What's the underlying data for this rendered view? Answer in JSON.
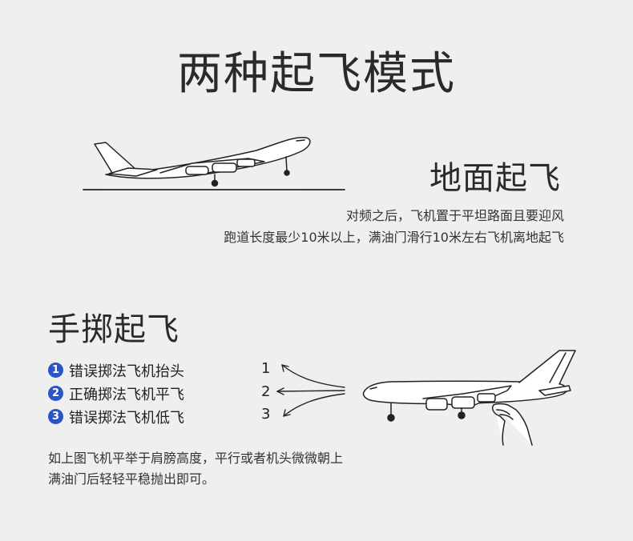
{
  "title": "两种起飞模式",
  "ground": {
    "heading": "地面起飞",
    "lines": [
      "对频之后，飞机置于平坦路面且要迎风",
      "跑道长度最少10米以上，满油门滑行10米左右飞机离地起飞"
    ]
  },
  "hand": {
    "heading": "手掷起飞",
    "methods": [
      {
        "badge": "1",
        "label": "错误掷法飞机抬头"
      },
      {
        "badge": "2",
        "label": "正确掷法飞机平飞"
      },
      {
        "badge": "3",
        "label": "错误掷法飞机低飞"
      }
    ],
    "arrow_labels": [
      "1",
      "2",
      "3"
    ],
    "lines": [
      "如上图飞机平举于肩膀高度，平行或者机头微微朝上",
      "满油门后轻轻平稳抛出即可。"
    ]
  },
  "colors": {
    "background": "#efefef",
    "badge": "#2b54c9",
    "line": "#222222"
  },
  "icons": [
    "airplane-takeoff-icon",
    "airplane-hand-launch-icon",
    "hand-icon",
    "arrow-icon"
  ]
}
